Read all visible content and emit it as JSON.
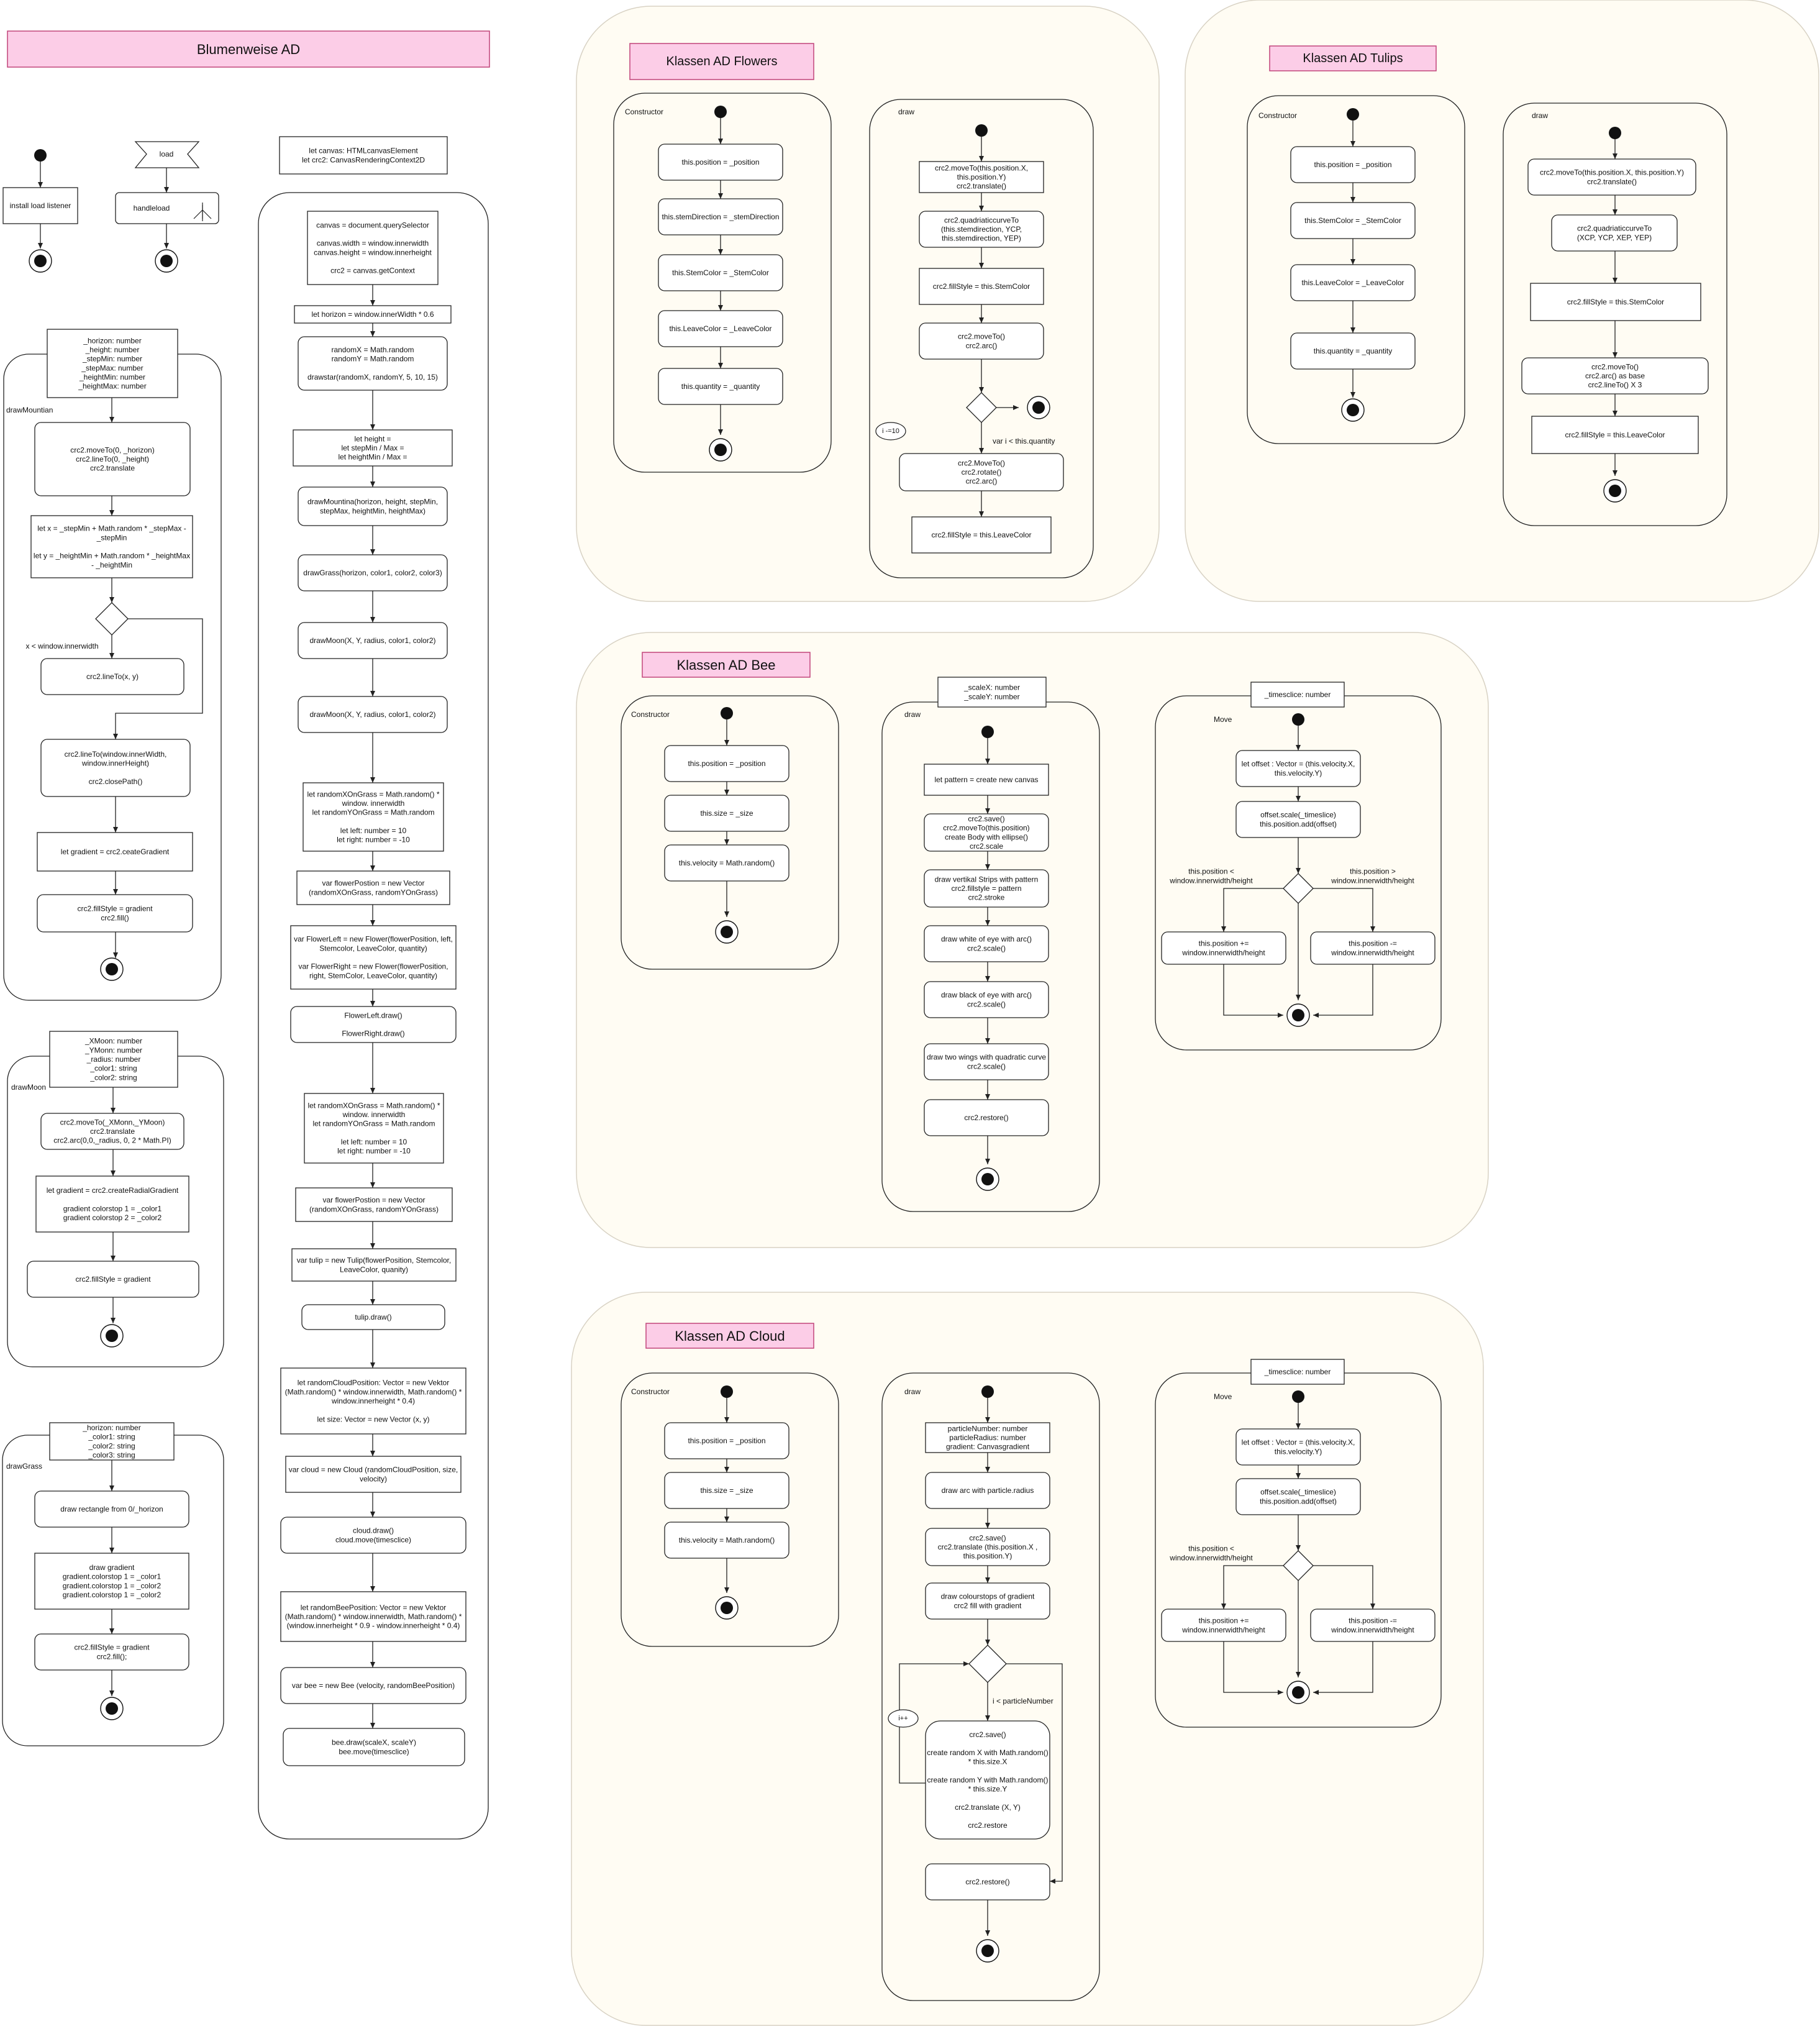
{
  "colors": {
    "title_fill": "#fccde7",
    "title_stroke": "#c1457a",
    "class_bg": "#fffcf3",
    "class_border": "#d8d2c4",
    "line": "#222222",
    "node_fill": "#ffffff"
  },
  "main": {
    "title": "Blumenweise AD",
    "start_text": "install load listener",
    "load_event": "load",
    "handle_text": "handleload",
    "vars_text": "let canvas: HTMLcanvasElement\nlet crc2: CanvasRenderingContext2D",
    "steps": [
      "canvas = document.querySelector\n\ncanvas.width = window.innerwidth\ncanvas.height = window.innerheight\n\ncrc2 = canvas.getContext",
      "let horizon =  window.innerWidth * 0.6",
      "randomX = Math.random\nrandomY = Math.random\n\ndrawstar(randomX, randomY, 5, 10, 15)",
      "let height =\nlet stepMin / Max =\nlet heightMin / Max =",
      "drawMountina(horizon, height, stepMin,\nstepMax, heightMin, heightMax)",
      "drawGrass(horizon, color1, color2, color3)",
      "drawMoon(X, Y, radius, color1, color2)",
      "drawMoon(X, Y, radius, color1, color2)",
      "let randomXOnGrass = Math.random() *\nwindow. innerwidth\nlet randomYOnGrass = Math.random\n\nlet left: number = 10\nlet right: number = -10",
      "var flowerPostion = new Vector\n(randomXOnGrass, randomYOnGrass)",
      "var FlowerLeft = new Flower(flowerPosition, left,\nStemcolor, LeaveColor, quantity)\n\nvar FlowerRight = new Flower(flowerPosition,\nright, StemColor, LeaveColor, quantity)",
      "FlowerLeft.draw()\n\nFlowerRight.draw()",
      "let randomXOnGrass = Math.random() *\nwindow. innerwidth\nlet randomYOnGrass = Math.random\n\nlet left: number = 10\nlet right: number = -10",
      "var flowerPostion = new Vector\n(randomXOnGrass, randomYOnGrass)",
      "var tulip = new Tulip(flowerPosition, Stemcolor,\nLeaveColor, quanity)",
      "tulip.draw()",
      "let randomCloudPosition: Vector = new Vektor\n(Math.random() * window.innerwidth, Math.random() *\nwindow.innerheight * 0.4)\n\nlet size: Vector = new Vector (x, y)",
      "var cloud = new Cloud (randomCloudPosition, size,\nvelocity)",
      "cloud.draw()\ncloud.move(timesclice)",
      "let randomBeePosition: Vector = new Vektor\n(Math.random() * window.innerwidth, Math.random() *\n(window.innerheight * 0.9 - window.innerheight * 0.4)",
      "var bee = new Bee (velocity, randomBeePosition)",
      "bee.draw(scaleX, scaleY)\nbee.move(timesclice)"
    ]
  },
  "draw_mountain": {
    "name": "drawMountian",
    "params": "_horizon: number\n_height: number\n_stepMin: number\n_stepMax: number\n_heightMin: number\n_heightMax: number",
    "steps": [
      "crc2.moveTo(0, _horizon)\ncrc2.lineTo(0, _height)\ncrc2.translate",
      "let x = _stepMin + Math.random * _stepMax -\n_stepMin\n\nlet y = _heightMin + Math.random * _heightMax\n- _heightMin",
      "crc2.lineTo(x, y)",
      "crc2.lineTo(window.innerWidth,\nwindow.innerHeight)\n\ncrc2.closePath()",
      "let gradient = crc2.ceateGradient",
      "crc2.fillStyle = gradient\ncrc2.fill()"
    ],
    "guard": "x <  window.innerwidth"
  },
  "draw_moon": {
    "name": "drawMoon",
    "params": "_XMoon: number\n_YMonn: number\n_radius: number\n_color1: string\n_color2: string",
    "steps": [
      "crc2.moveTo(_XMonn,_YMoon)\ncrc2.translate\ncrc2.arc(0,0,_radius, 0, 2 * Math.PI)",
      "let gradient = crc2.createRadialGradient\n\ngradient colorstop 1 = _color1\ngradient colorstop 2 = _color2",
      "crc2.fillStyle = gradient"
    ]
  },
  "draw_grass": {
    "name": "drawGrass",
    "params": "_horizon: number\n_color1: string\n_color2: string\n_color3: string",
    "steps": [
      "draw rectangle from 0/_horizon",
      "draw gradient\ngradient.colorstop 1 = _color1\ngradient.colorstop 1 = _color2\ngradient.colorstop 1 = _color2",
      "crc2.fillStyle = gradient\ncrc2.fill();"
    ]
  },
  "flowers": {
    "title": "Klassen AD Flowers",
    "constructor_label": "Constructor",
    "constructor_steps": [
      "this.position = _position",
      "this.stemDirection = _stemDirection",
      "this.StemColor = _StemColor",
      "this.LeaveColor = _LeaveColor",
      "this.quantity = _quantity"
    ],
    "draw_label": "draw",
    "draw_steps": [
      "crc2.moveTo(this.position.X,\nthis.position.Y)\ncrc2.translate()",
      "crc2.quadriaticcurveTo\n(this.stemdirection, YCP,\nthis.stemdirection, YEP)",
      "crc2.fillStyle = this.StemColor",
      "crc2.moveTo()\ncrc2.arc()",
      "crc2.MoveTo()\ncrc2.rotate()\ncrc2.arc()",
      "crc2.fillStyle = this.LeaveColor"
    ],
    "loop_label": "i -=10",
    "guard": "var i < this.quantity"
  },
  "tulips": {
    "title": "Klassen AD Tulips",
    "constructor_label": "Constructor",
    "constructor_steps": [
      "this.position = _position",
      "this.StemColor = _StemColor",
      "this.LeaveColor = _LeaveColor",
      "this.quantity = _quantity"
    ],
    "draw_label": "draw",
    "draw_steps": [
      "crc2.moveTo(this.position.X, this.position.Y)\ncrc2.translate()",
      "crc2.quadriaticcurveTo\n(XCP, YCP, XEP, YEP)",
      "crc2.fillStyle = this.StemColor",
      "crc2.moveTo()\ncrc2.arc() as base\ncrc2.lineTo() X 3",
      "crc2.fillStyle = this.LeaveColor"
    ]
  },
  "bee": {
    "title": "Klassen AD Bee",
    "constructor_label": "Constructor",
    "constructor_steps": [
      "this.position = _position",
      "this.size = _size",
      "this.velocity = Math.random()"
    ],
    "draw_label": "draw",
    "draw_params": "_scaleX: number\n_scaleY: number",
    "draw_steps": [
      "let pattern =  create new canvas",
      "crc2.save()\ncrc2.moveTo(this.position)\ncreate Body with ellipse()\ncrc2.scale",
      "draw vertikal Strips with pattern\ncrc2.fillstyle = pattern\ncrc2.stroke",
      "draw white of eye with arc()\ncrc2.scale()",
      "draw black of eye with arc()\ncrc2.scale()",
      "draw two wings with quadratic curve\ncrc2.scale()",
      "crc2.restore()"
    ],
    "move_label": "Move",
    "move_params": "_timesclice: number",
    "move_steps": [
      "let offset : Vector = (this.velocity.X,\nthis.velocity.Y)",
      "offset.scale(_timeslice)\nthis.position.add(offset)"
    ],
    "guard_left": "this.position <\nwindow.innerwidth/height",
    "guard_right": "this.position >\nwindow.innerwidth/height",
    "branch_left": "this.position +=\nwindow.innerwidth/height",
    "branch_right": "this.position -=\nwindow.innerwidth/height"
  },
  "cloud": {
    "title": "Klassen AD Cloud",
    "constructor_label": "Constructor",
    "constructor_steps": [
      "this.position = _position",
      "this.size = _size",
      "this.velocity = Math.random()"
    ],
    "draw_label": "draw",
    "draw_steps": [
      "particleNumber:  number\nparticleRadius: number\ngradient: Canvasgradient",
      "draw arc with particle.radius",
      "crc2.save()\ncrc2.translate (this.position.X ,\nthis.position.Y)",
      "draw  colourstops of gradient\ncrc2 fill with gradient",
      "crc2.save()\n\ncreate random X with Math.random()\n* this.size.X\n\ncreate random Y with Math.random()\n* this.size.Y\n\ncrc2.translate (X, Y)\n\ncrc2.restore",
      "crc2.restore()"
    ],
    "loop_label": "i++",
    "guard": "i <  particleNumber",
    "move_label": "Move",
    "move_params": "_timesclice: number",
    "move_steps": [
      "let offset : Vector = (this.velocity.X,\nthis.velocity.Y)",
      "offset.scale(_timeslice)\nthis.position.add(offset)"
    ],
    "guard_left": "this.position <\nwindow.innerwidth/height",
    "branch_left": "this.position +=\nwindow.innerwidth/height",
    "branch_right": "this.position -=\nwindow.innerwidth/height"
  }
}
